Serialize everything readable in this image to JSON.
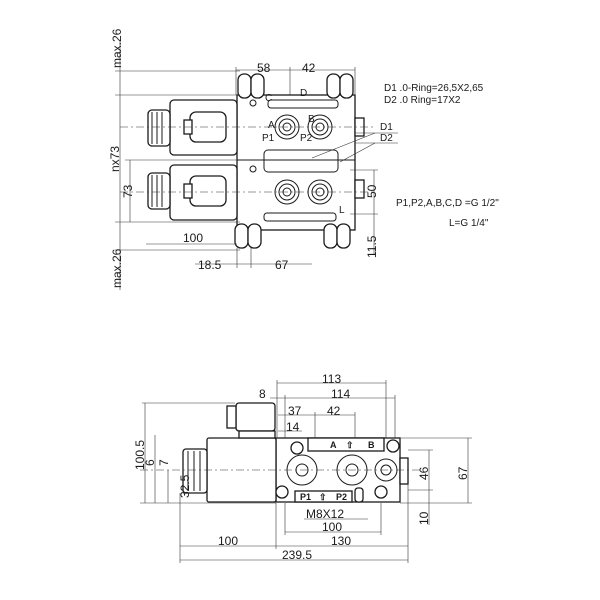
{
  "top_view": {
    "dims": {
      "max26_top": "max.26",
      "max26_bottom": "max.26",
      "nx73": "nx73",
      "d73": "73",
      "d58": "58",
      "d42": "42",
      "d100": "100",
      "d18_5": "18.5",
      "d67": "67",
      "d50": "50",
      "d11_5": "11.5"
    },
    "ports": {
      "A": "A",
      "B": "B",
      "C": "C",
      "D": "D",
      "P1": "P1",
      "P2": "P2",
      "L": "L",
      "D1": "D1",
      "D2": "D2"
    }
  },
  "notes": {
    "d1_oring": "D1 .0-Ring=26,5X2,65",
    "d2_oring": "D2 .0 Ring=17X2",
    "port_threads": "P1,P2,A,B,C,D =G 1/2\"",
    "l_thread": "L=G 1/4\""
  },
  "side_view": {
    "dims": {
      "d113": "113",
      "d8": "8",
      "d114": "114",
      "d37": "37",
      "d42": "42",
      "d14": "14",
      "d100_5": "100.5",
      "d6": "6",
      "d7": "7",
      "d32_5": "32.5",
      "d46": "46",
      "d67": "67",
      "d10": "10",
      "m8x12": "M8X12",
      "d100_inner": "100",
      "d100_sol": "100",
      "d130": "130",
      "d239_5": "239.5"
    },
    "plate_top": {
      "a": "A",
      "arrow": "⇧",
      "b": "B"
    },
    "plate_bottom": {
      "p1": "P1",
      "arrow": "⇧",
      "p2": "P2"
    }
  }
}
